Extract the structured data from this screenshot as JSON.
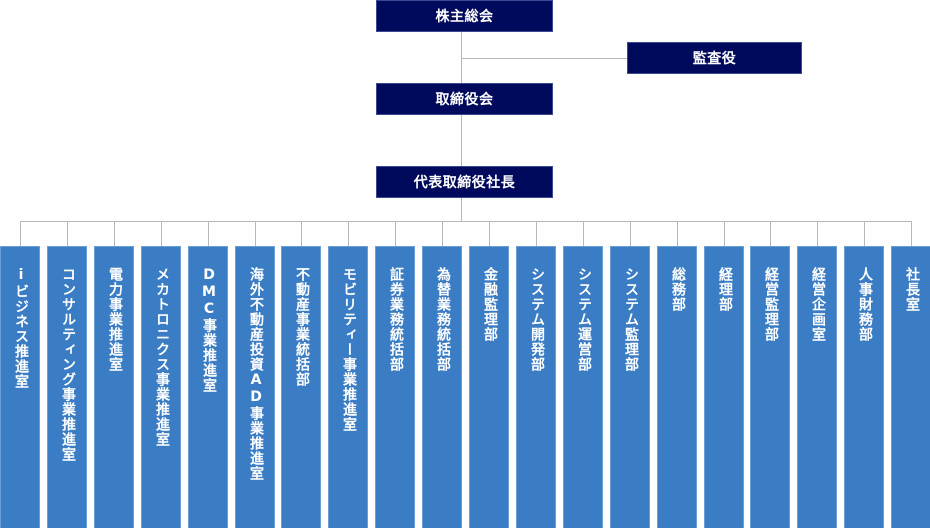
{
  "org_chart": {
    "shareholders_meeting": "株主総会",
    "auditor": "監査役",
    "board_of_directors": "取締役会",
    "president": "代表取締役社長",
    "departments": [
      {
        "label": "iビジネス推進室"
      },
      {
        "label": "コンサルティング事業推進室"
      },
      {
        "label": "電力事業推進室"
      },
      {
        "label": "メカトロニクス事業推進室"
      },
      {
        "label": "DMC事業推進室"
      },
      {
        "label": "海外不動産投資AD事業推進室"
      },
      {
        "label": "不動産事業統括部"
      },
      {
        "label": "モビリティー事業推進室"
      },
      {
        "label": "証券業務統括部"
      },
      {
        "label": "為替業務統括部"
      },
      {
        "label": "金融監理部"
      },
      {
        "label": "システム開発部"
      },
      {
        "label": "システム運営部"
      },
      {
        "label": "システム監理部"
      },
      {
        "label": "総務部"
      },
      {
        "label": "経理部"
      },
      {
        "label": "経営監理部"
      },
      {
        "label": "経営企画室"
      },
      {
        "label": "人事財務部"
      },
      {
        "label": "社長室"
      }
    ]
  },
  "colors": {
    "top_box": "#000a5c",
    "dept_box": "#3b7dc4",
    "connector": "#b8b8b8"
  }
}
